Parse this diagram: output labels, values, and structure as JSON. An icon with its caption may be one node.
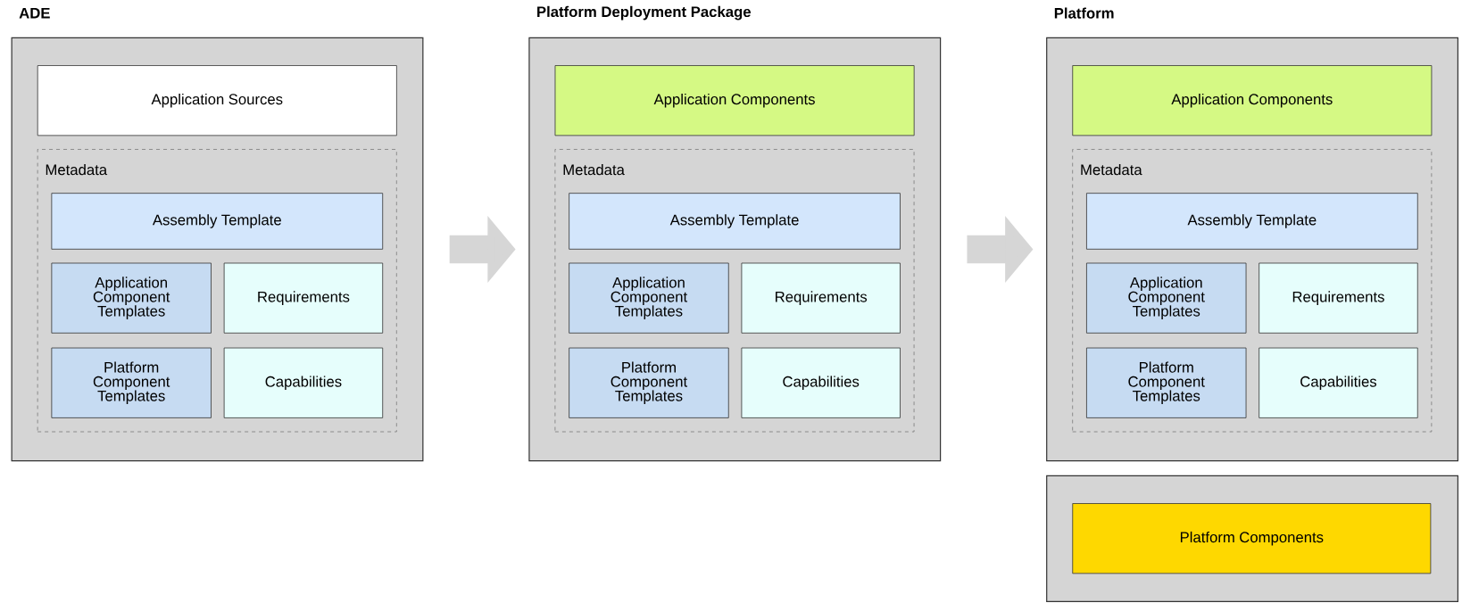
{
  "diagram": {
    "nodes": [
      {
        "text": [
          "ADE"
        ]
      },
      {
        "text": [
          "Application Sources"
        ],
        "in": 0
      },
      {
        "text": [
          "Metadata"
        ],
        "in": 0
      },
      {
        "text": [
          "Assembly Template"
        ],
        "in": 2
      },
      {
        "text": [
          "Application Component Templates"
        ],
        "in": 2
      },
      {
        "text": [
          "Requirements"
        ],
        "in": 2
      },
      {
        "text": [
          "Platform Component Templates"
        ],
        "in": 2
      },
      {
        "text": [
          "Capabilities"
        ],
        "in": 2
      },
      {
        "text": [
          "Platform Deployment Package"
        ]
      },
      {
        "text": [
          "Application Components"
        ],
        "in": 8
      },
      {
        "text": [
          "Metadata"
        ],
        "in": 8
      },
      {
        "text": [
          "Assembly Template"
        ],
        "in": 10
      },
      {
        "text": [
          "Application Component Templates"
        ],
        "in": 10
      },
      {
        "text": [
          "Requirements"
        ],
        "in": 10
      },
      {
        "text": [
          "Platform Component Templates"
        ],
        "in": 10
      },
      {
        "text": [
          "Capabilities"
        ],
        "in": 10
      },
      {
        "text": [
          "Platform"
        ]
      },
      {
        "text": [
          "Application Components"
        ],
        "in": 16
      },
      {
        "text": [
          "Metadata"
        ],
        "in": 16
      },
      {
        "text": [
          "Assembly Template"
        ],
        "in": 18
      },
      {
        "text": [
          "Application Component Templates"
        ],
        "in": 18
      },
      {
        "text": [
          "Requirements"
        ],
        "in": 18
      },
      {
        "text": [
          "Platform Component Templates"
        ],
        "in": 18
      },
      {
        "text": [
          "Capabilities"
        ],
        "in": 18
      },
      {
        "text": [],
        "shape": "box"
      },
      {
        "text": [
          "Platform Components"
        ],
        "in": 24
      }
    ],
    "edges": [
      {
        "from": 0,
        "to": 8,
        "arrow": "to"
      },
      {
        "from": 8,
        "to": 16,
        "arrow": "to"
      }
    ]
  }
}
